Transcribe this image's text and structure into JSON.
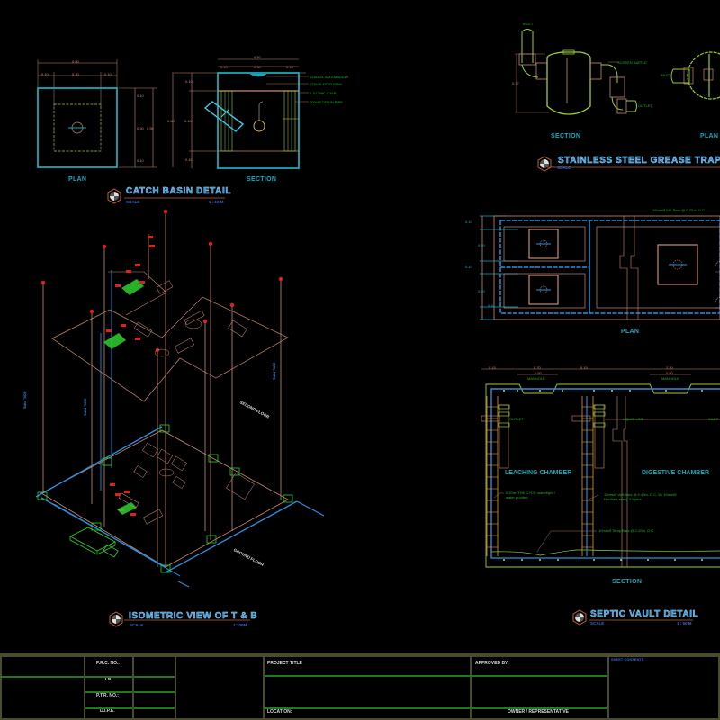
{
  "sheet": {
    "background": "#000000",
    "colors": {
      "cyan": "#1aa8b8",
      "blue": "#2a8fe0",
      "red_brown": "#c98a72",
      "green": "#1fb31f",
      "yellow_green": "#9acd32",
      "red": "#e02020",
      "frame": "#4a4a2c"
    }
  },
  "catch_basin": {
    "title": "CATCH BASIN DETAIL",
    "scale_label": "SCALE",
    "scale_value": "1 : 10 M",
    "plan": {
      "label": "PLAN",
      "dims_top": [
        "0.50",
        "0.10",
        "0.30",
        "0.10"
      ],
      "dims_side": [
        "0.10",
        "0.30",
        "0.10",
        "0.50"
      ]
    },
    "section": {
      "label": "SECTION",
      "dims_top": [
        "0.50",
        "0.10",
        "0.30",
        "0.10"
      ],
      "dims_side": [
        "0.10",
        "0.40",
        "0.10",
        "0.60"
      ],
      "notes": [
        "125x125 SAFEMADDLE",
        "125x45 45° ELBOW",
        "0.10 THK. C.H.B.",
        "100x60 DRAIN PIPE"
      ]
    }
  },
  "grease_trap": {
    "title": "STAINLESS STEEL GREASE TRAP DETAIL",
    "scale_label": "SCALE",
    "section": {
      "label": "SECTION",
      "notes": {
        "inlet": "INLET",
        "baffle": "SCREEN BAFFLE",
        "outlet": "OUTLET",
        "height": "0.37"
      }
    },
    "plan": {
      "label": "PLAN",
      "notes": {
        "inlet": "INLET"
      }
    }
  },
  "septic_vault": {
    "title": "SEPTIC VAULT DETAIL",
    "scale_label": "SCALE",
    "scale_value": "1 : 50 M",
    "plan": {
      "label": "PLAN",
      "note": "10mmØ Mtl. Bars @ 0.20 m.O.C.",
      "dims_left": [
        "0.10",
        "0.60",
        "0.10",
        "0.60",
        "0.10"
      ]
    },
    "section": {
      "label": "SECTION",
      "dims_top": [
        "0.15",
        "0.70",
        "0.50",
        "0.15",
        "2.20",
        "0.50"
      ],
      "manhole_label": "MANHOLE",
      "outlet_label": "OUTLET",
      "liquid_line_label": "LIQUID LINE",
      "inlet_label": "INLET",
      "leaching_chamber": "LEACHING CHAMBER",
      "digestive_chamber": "DIGESTIVE CHAMBER",
      "notes": [
        "0.10m. THK C.H.B. watertight / water proofed",
        "10mmØ Vert.bars @ 0.40m. O.C. W/ 10mmØ Hor.Bars every 3 layers",
        "10mmØ Temp.Bars @ 0.20m. O.C."
      ]
    }
  },
  "isometric": {
    "title": "ISOMETRIC VIEW OF T & B",
    "scale_label": "SCALE",
    "scale_value": "1:100M",
    "floor_labels": [
      "SECOND FLOOR",
      "GROUND FLOOR"
    ],
    "riser_label": "SOIL PIPE"
  },
  "title_block": {
    "fields": {
      "prc_no": "P.R.C. NO.:",
      "tin": "T.I.N.",
      "ptr_no": "P.T.R. NO.:",
      "dipe": "D.I.P.E.",
      "project_title": "PROJECT TITLE",
      "location": "LOCATION:",
      "approved_by": "APPROVED BY:",
      "owner": "OWNER / REPRESENTATIVE",
      "sheet_contents": "SHEET CONTENTS"
    }
  }
}
